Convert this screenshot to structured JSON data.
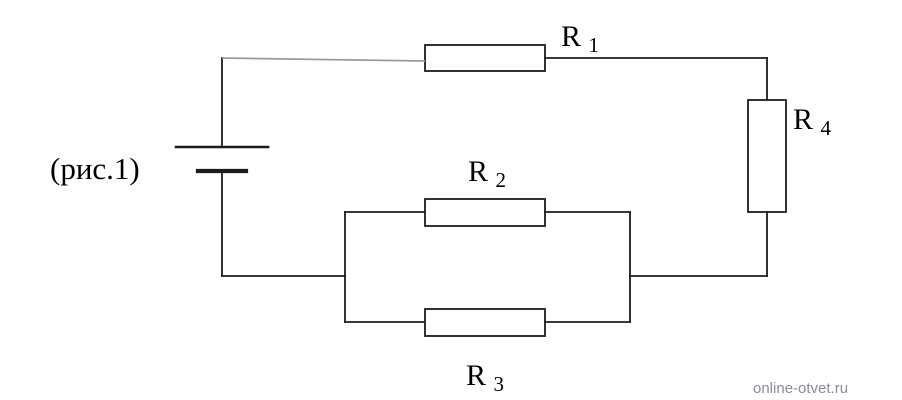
{
  "figure": {
    "caption": "(рис.1)",
    "watermark": "online-otvet.ru"
  },
  "resistors": [
    {
      "letter": "R",
      "sub": "1"
    },
    {
      "letter": "R",
      "sub": "2"
    },
    {
      "letter": "R",
      "sub": "3"
    },
    {
      "letter": "R",
      "sub": "4"
    }
  ],
  "colors": {
    "wire": "#1c1c1c",
    "faint_wire": "#9a9a9a",
    "text": "#000000",
    "watermark": "#8b8b9c",
    "background": "#ffffff"
  }
}
